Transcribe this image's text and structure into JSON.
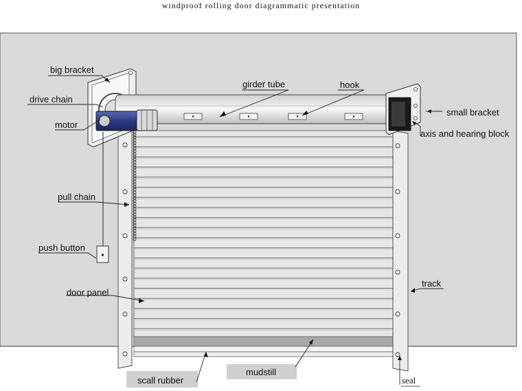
{
  "title": "windproof rolling door diagrammatic presentation",
  "labels": {
    "big_bracket": "big bracket",
    "drive_chain": "drive chain",
    "motor": "motor",
    "girder_tube": "girder tube",
    "hook": "hook",
    "small_bracket": "small bracket",
    "axis_block": "axis and hearing block",
    "pull_chain": "pull chain",
    "push_button": "push button",
    "door_panel": "door panel",
    "track": "track",
    "scall_rubber": "scall rubber",
    "mudstill": "mudstill",
    "seal": "seal"
  },
  "colors": {
    "wall": "#d9d9d9",
    "panel": "#e6e6e6",
    "slat_line": "#6b6b6b",
    "motor_blue": "#2d3b86",
    "bottom_bar": "#a9a9a9",
    "label_box": "#cfcfcf"
  }
}
